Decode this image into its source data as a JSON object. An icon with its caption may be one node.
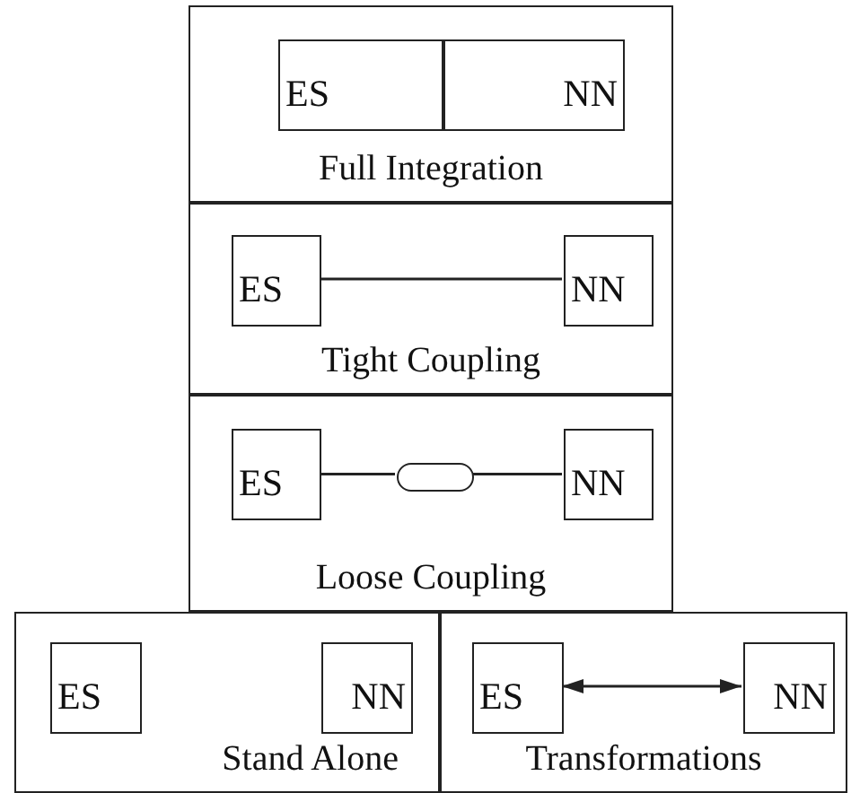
{
  "diagram": {
    "nodes": [
      {
        "text": [
          "Full Integration"
        ]
      },
      {
        "text": [
          "ES"
        ],
        "in": 0
      },
      {
        "text": [
          "NN"
        ],
        "in": 0
      },
      {
        "text": [
          "Tight Coupling"
        ]
      },
      {
        "text": [
          "ES"
        ],
        "in": 3
      },
      {
        "text": [
          "NN"
        ],
        "in": 3
      },
      {
        "text": [
          "Loose Coupling"
        ]
      },
      {
        "text": [
          "ES"
        ],
        "in": 6
      },
      {
        "text": [],
        "shape": "box",
        "in": 6
      },
      {
        "text": [
          "NN"
        ],
        "in": 6
      },
      {
        "text": [
          "Stand Alone"
        ]
      },
      {
        "text": [
          "ES"
        ],
        "in": 10
      },
      {
        "text": [
          "NN"
        ],
        "in": 10
      },
      {
        "text": [
          "Transformations"
        ]
      },
      {
        "text": [
          "ES"
        ],
        "in": 13
      },
      {
        "text": [
          "NN"
        ],
        "in": 13
      }
    ],
    "edges": [
      {
        "from": 4,
        "to": 5,
        "arrow": "none"
      },
      {
        "from": 7,
        "to": 8,
        "arrow": "none"
      },
      {
        "from": 8,
        "to": 9,
        "arrow": "none"
      },
      {
        "from": 14,
        "to": 15,
        "arrow": "both"
      }
    ]
  }
}
